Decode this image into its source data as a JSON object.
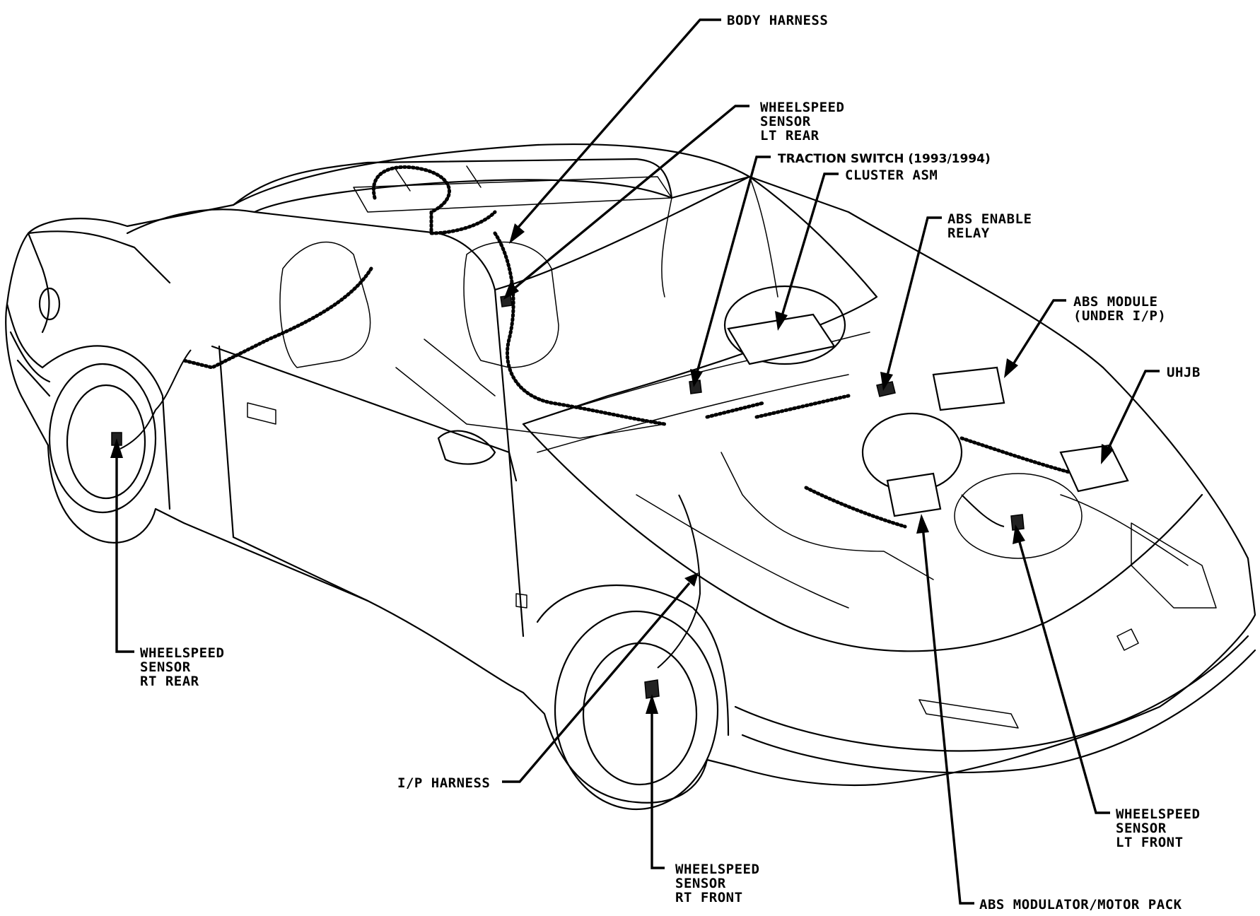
{
  "diagram": {
    "callouts": {
      "body_harness": [
        "BODY HARNESS"
      ],
      "wheelspeed_lt_rear": [
        "WHEELSPEED",
        "SENSOR",
        "LT REAR"
      ],
      "traction_switch": [
        "TRACTION SWITCH (1993/1994)"
      ],
      "cluster_asm": [
        "CLUSTER ASM"
      ],
      "abs_enable_relay": [
        "ABS ENABLE",
        "RELAY"
      ],
      "abs_module": [
        "ABS MODULE",
        "(UNDER I/P)"
      ],
      "uhjb": [
        "UHJB"
      ],
      "wheelspeed_rt_rear": [
        "WHEELSPEED",
        "SENSOR",
        "RT REAR"
      ],
      "ip_harness": [
        "I/P HARNESS"
      ],
      "wheelspeed_rt_front": [
        "WHEELSPEED",
        "SENSOR",
        "RT FRONT"
      ],
      "wheelspeed_lt_front": [
        "WHEELSPEED",
        "SENSOR",
        "LT FRONT"
      ],
      "abs_modulator": [
        "ABS MODULATOR/MOTOR PACK"
      ]
    }
  }
}
